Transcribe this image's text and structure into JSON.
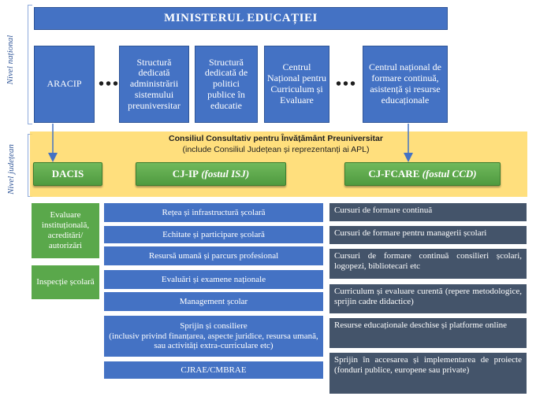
{
  "side_labels": {
    "national": "Nivel național",
    "county": "Nivel județean"
  },
  "ministry": "MINISTERUL EDUCAȚIEI",
  "national_units": [
    "ARACIP",
    "Structură dedicată administrării sistemului preuniversitar",
    "Structură dedicată de politici publice în educatie",
    "Centrul Național pentru Curriculum și Evaluare",
    "Centrul național de formare continuă, asistență și resurse educaționale"
  ],
  "dots": "•••",
  "council": {
    "title": "Consiliul Consultativ pentru Învățământ Preuniversitar",
    "subtitle": "(include Consiliul Județean și reprezentanți ai APL)"
  },
  "county_units": {
    "dacis": "DACIS",
    "cjip_main": "CJ-IP",
    "cjip_note": "(fostul ISJ)",
    "cjfcare_main": "CJ-FCARE",
    "cjfcare_note": "(fostul CCD)"
  },
  "dacis_functions": [
    "Evaluare instituțională, acreditări/ autorizări",
    "Inspecție școlară"
  ],
  "cjip_functions": [
    "Rețea și infrastructură școlară",
    "Echitate și participare școlară",
    "Resursă umană și parcurs profesional",
    "Evaluări și examene naționale",
    "Management școlar",
    "Sprijin și consiliere",
    "(inclusiv privind finanțarea, aspecte juridice, resursa umană, sau activități extra-curriculare etc)",
    "CJRAE/CMBRAE"
  ],
  "cjfcare_functions": [
    "Cursuri de formare continuă",
    "Cursuri de formare pentru managerii școlari",
    "Cursuri de formare continuă consilieri școlari, logopezi, bibliotecari etc",
    "Curriculum și evaluare curentă (repere metodologice, sprijin cadre didactice)",
    "Resurse educaționale deschise și platforme online",
    "Sprijin în accesarea și implementarea de proiecte (fonduri publice, europene sau private)"
  ],
  "colors": {
    "blue": "#4472c4",
    "dark": "#44546a",
    "green": "#5aa84b",
    "yellow": "#ffd966"
  }
}
